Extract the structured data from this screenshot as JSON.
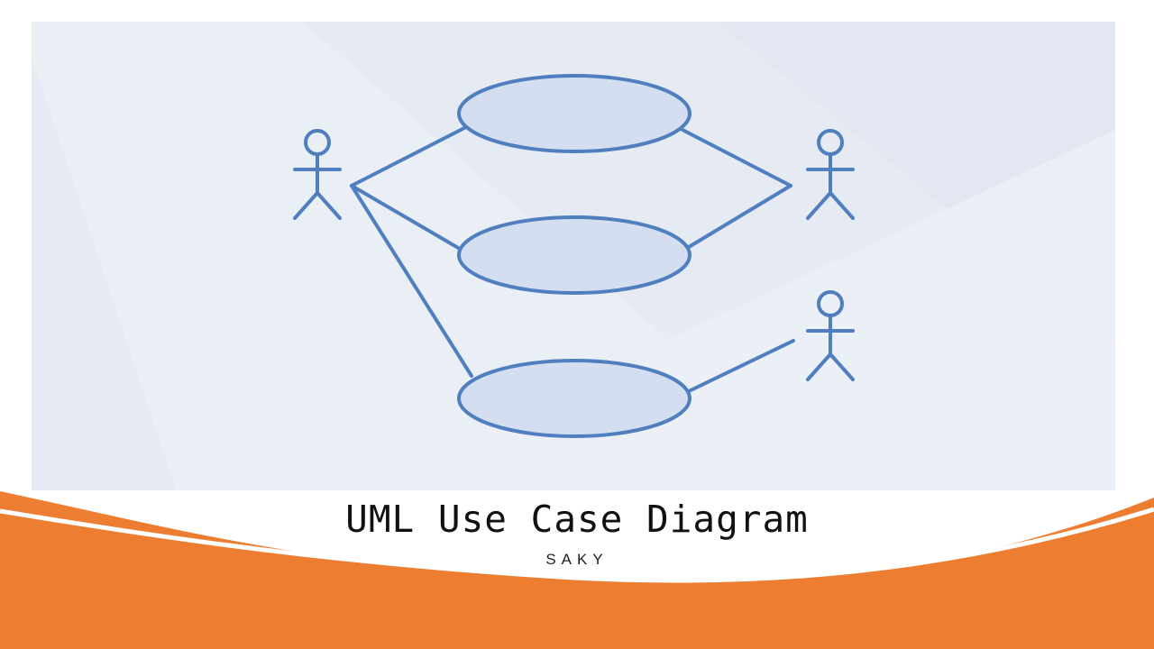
{
  "slide": {
    "title": "UML Use Case Diagram",
    "subtitle": "SAKY"
  },
  "diagram": {
    "actors": [
      {
        "id": "actor-left"
      },
      {
        "id": "actor-right-top"
      },
      {
        "id": "actor-right-bottom"
      }
    ],
    "use_cases": [
      {
        "id": "use-case-1",
        "label": ""
      },
      {
        "id": "use-case-2",
        "label": ""
      },
      {
        "id": "use-case-3",
        "label": ""
      }
    ],
    "associations": [
      {
        "from": "actor-left",
        "to": "use-case-1"
      },
      {
        "from": "actor-left",
        "to": "use-case-2"
      },
      {
        "from": "actor-left",
        "to": "use-case-3"
      },
      {
        "from": "actor-right-top",
        "to": "use-case-1"
      },
      {
        "from": "actor-right-top",
        "to": "use-case-2"
      },
      {
        "from": "actor-right-bottom",
        "to": "use-case-3"
      }
    ]
  },
  "colors": {
    "stroke": "#4f7fbf",
    "ellipse_fill": "#d3dff0",
    "panel_bg": "#e6ebf3",
    "accent_orange": "#ed7d31"
  }
}
